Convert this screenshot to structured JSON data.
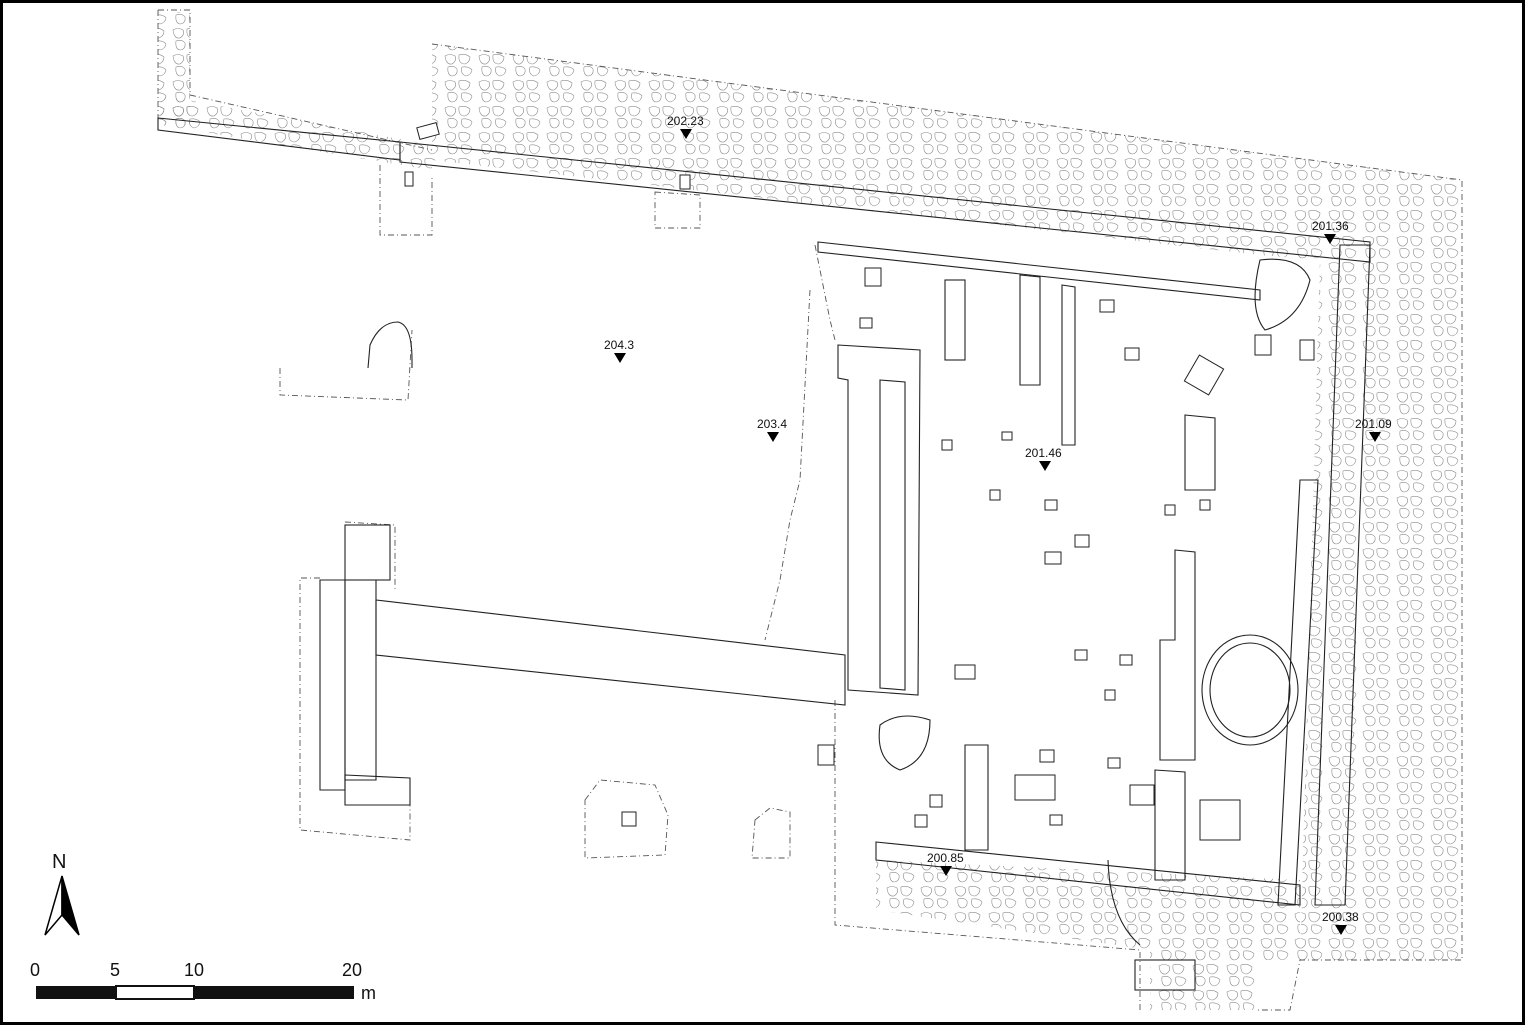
{
  "elevations": [
    {
      "label": "202.23"
    },
    {
      "label": "204.3"
    },
    {
      "label": "203.4"
    },
    {
      "label": "201.46"
    },
    {
      "label": "201.36"
    },
    {
      "label": "201.09"
    },
    {
      "label": "200.85"
    },
    {
      "label": "200.38"
    }
  ],
  "north_arrow": {
    "letter": "N"
  },
  "scale_bar": {
    "ticks": [
      {
        "value": "0"
      },
      {
        "value": "5"
      },
      {
        "value": "10"
      },
      {
        "value": "20"
      }
    ],
    "unit": "m"
  },
  "colors": {
    "ink": "#111111",
    "paving": "#8a8a8a",
    "frame": "#000000"
  }
}
